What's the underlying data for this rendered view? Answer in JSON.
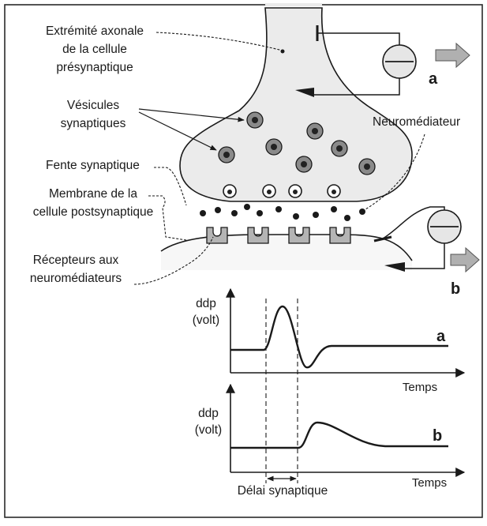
{
  "diagram": {
    "labels": {
      "axon_terminal": [
        "Extrémité axonale",
        "de la cellule",
        "présynaptique"
      ],
      "vesicles": [
        "Vésicules",
        "synaptiques"
      ],
      "neurotransmitter": "Neuromédiateur",
      "synaptic_cleft": "Fente synaptique",
      "postsynaptic_membrane": [
        "Membrane de la",
        "cellule postsynaptique"
      ],
      "receptors": [
        "Récepteurs aux",
        "neuromédiateurs"
      ],
      "electrode_a": "a",
      "electrode_b": "b"
    },
    "graph_a": {
      "ylabel": [
        "ddp",
        "(volt)"
      ],
      "xlabel": "Temps",
      "trace_label": "a"
    },
    "graph_b": {
      "ylabel": [
        "ddp",
        "(volt)"
      ],
      "xlabel": "Temps",
      "trace_label": "b"
    },
    "delay_label": "Délai synaptique",
    "colors": {
      "ink": "#1a1a1a",
      "presynaptic_fill": "#ebebeb",
      "receptor_fill": "#b4b4b4",
      "arrow_fill": "#b0b0b0"
    }
  }
}
